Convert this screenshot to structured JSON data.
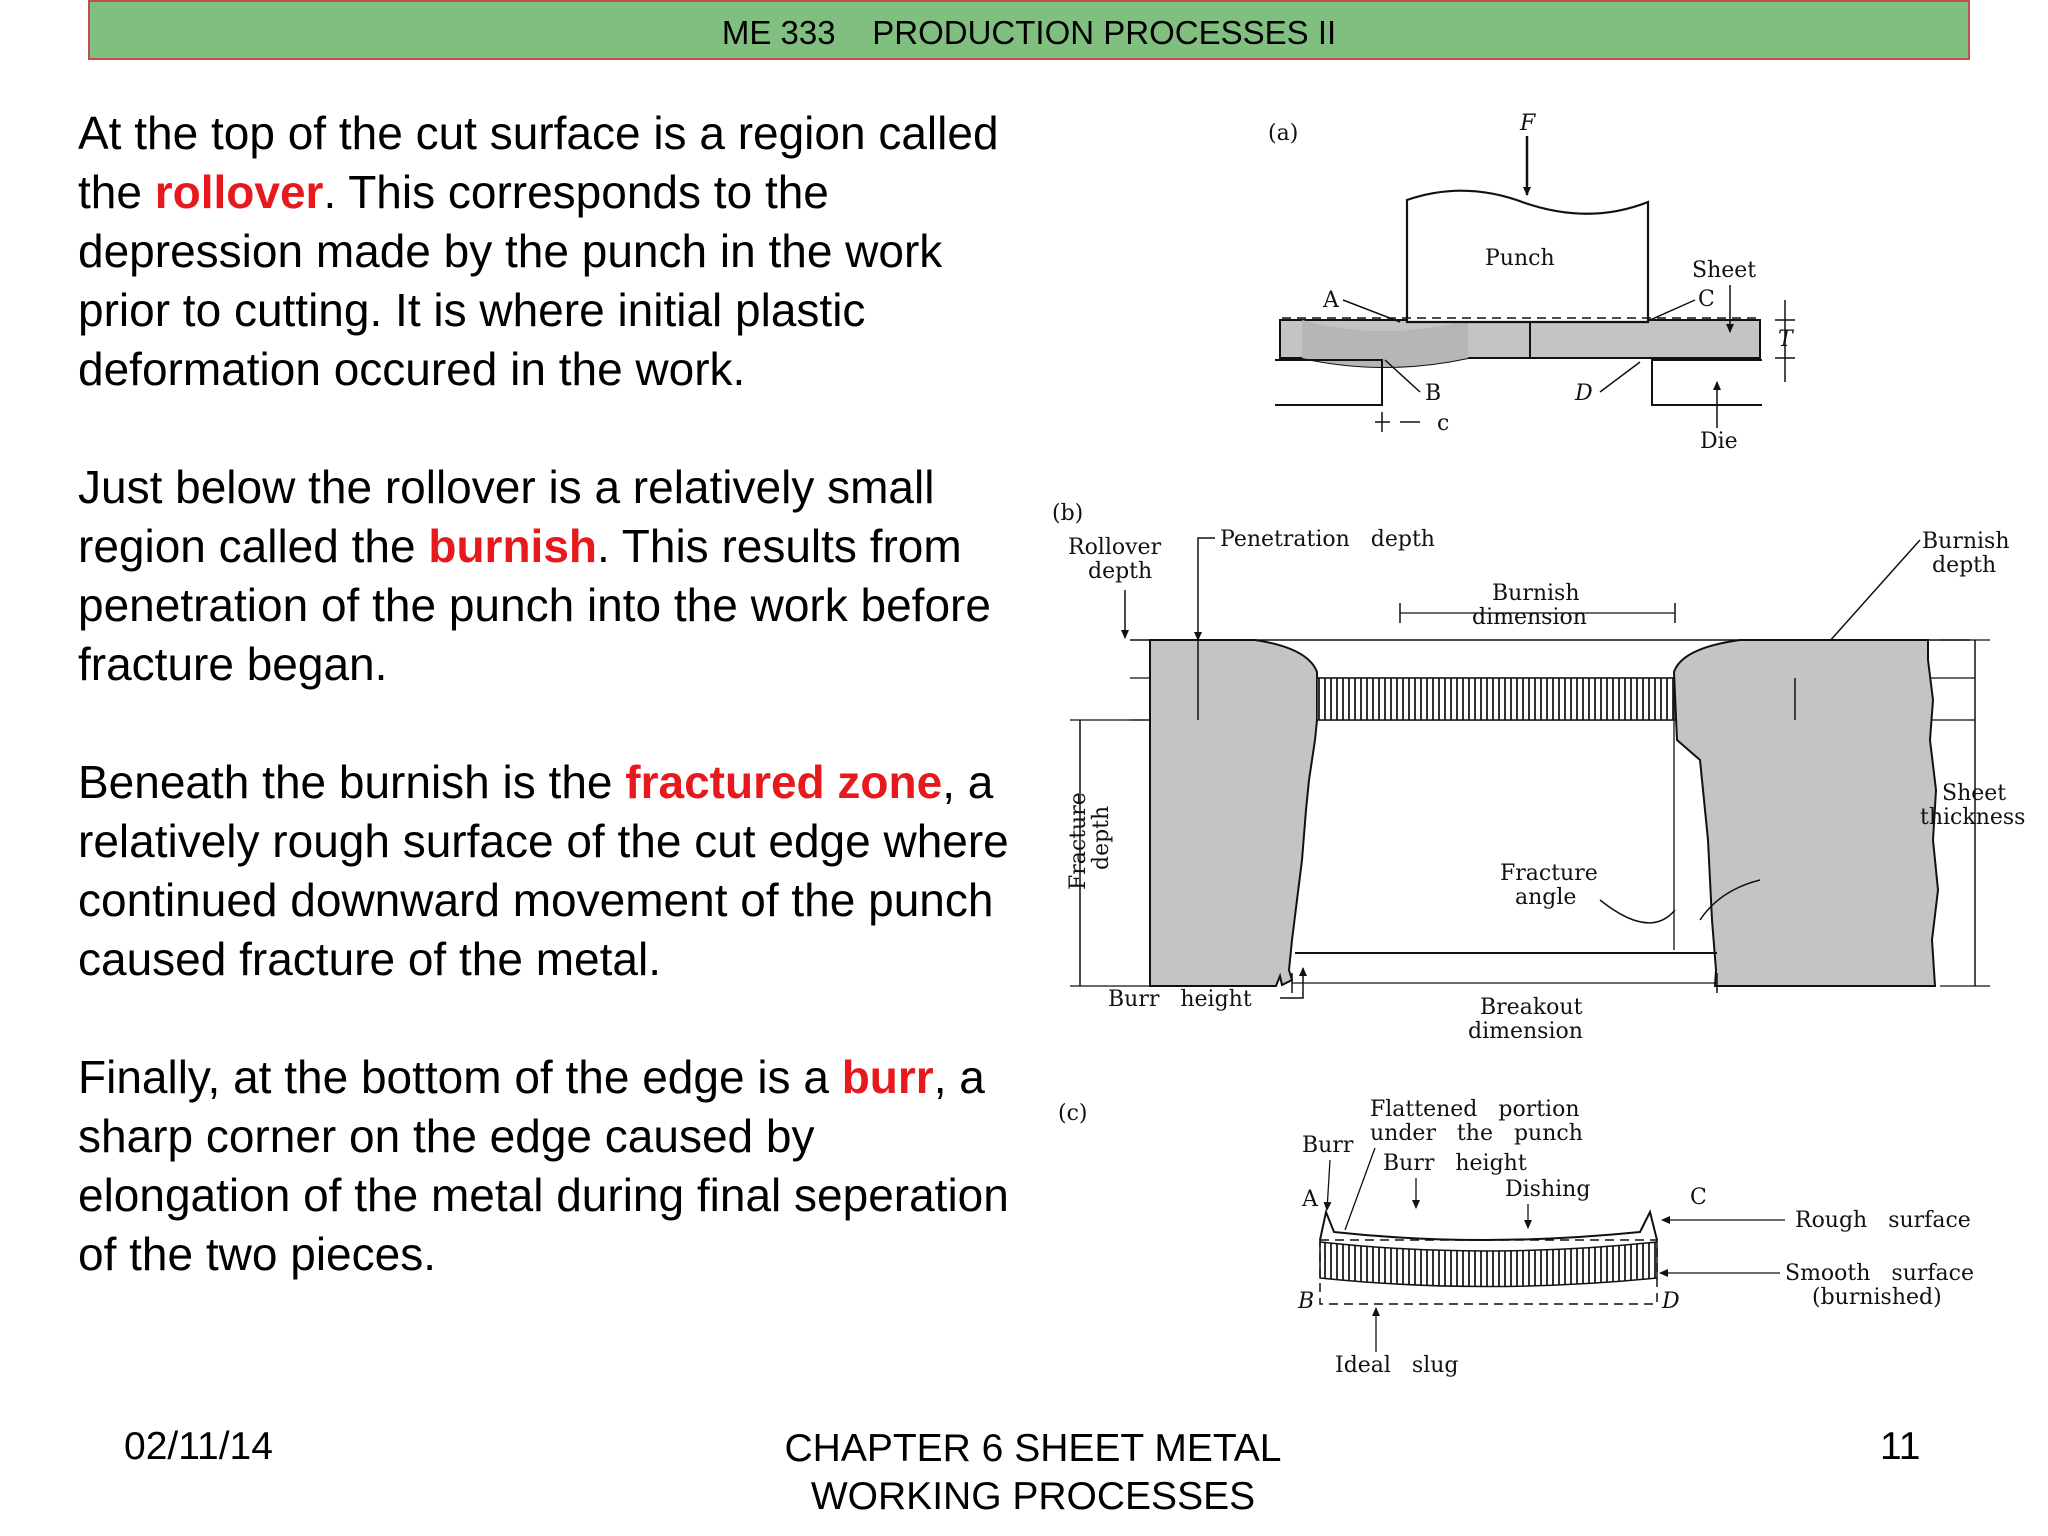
{
  "header": {
    "course": "ME 333",
    "title": "PRODUCTION PROCESSES II"
  },
  "paragraphs": [
    {
      "parts": [
        {
          "text": "At the top of the cut surface is a region called the ",
          "hl": false
        },
        {
          "text": "rollover",
          "hl": true
        },
        {
          "text": ". This corresponds to the depression made by the punch in the work prior to cutting. It is where initial plastic deformation occured in the work.",
          "hl": false
        }
      ]
    },
    {
      "parts": [
        {
          "text": "Just below the rollover is a relatively small region called the ",
          "hl": false
        },
        {
          "text": "burnish",
          "hl": true
        },
        {
          "text": ". This results from penetration of the punch into the work before fracture began.",
          "hl": false
        }
      ]
    },
    {
      "parts": [
        {
          "text": "Beneath the burnish is the ",
          "hl": false
        },
        {
          "text": "fractured zone",
          "hl": true
        },
        {
          "text": ", a relatively rough surface of the cut edge where continued downward movement of the punch caused fracture of the metal.",
          "hl": false
        }
      ]
    },
    {
      "parts": [
        {
          "text": "Finally, at the bottom of the edge is a ",
          "hl": false
        },
        {
          "text": "burr",
          "hl": true
        },
        {
          "text": ", a sharp corner on the edge caused by elongation of the metal during final seperation of the two pieces.",
          "hl": false
        }
      ]
    }
  ],
  "figure": {
    "a": {
      "tag": "(a)",
      "force": "F",
      "punch": "Punch",
      "sheet": "Sheet",
      "die": "Die",
      "A": "A",
      "B": "B",
      "C": "C",
      "D": "D",
      "c": "c",
      "T": "T"
    },
    "b": {
      "tag": "(b)",
      "rollover1": "Rollover",
      "rollover2": "depth",
      "penetration": "Penetration   depth",
      "burnish_dim1": "Burnish",
      "burnish_dim2": "dimension",
      "burnish_depth1": "Burnish",
      "burnish_depth2": "depth",
      "sheet_th1": "Sheet",
      "sheet_th2": "thickness",
      "fracture_depth1": "Fracture",
      "fracture_depth2": "depth",
      "fracture_angle1": "Fracture",
      "fracture_angle2": "angle",
      "burr_height": "Burr   height",
      "breakout1": "Breakout",
      "breakout2": "dimension"
    },
    "c": {
      "tag": "(c)",
      "flat1": "Flattened   portion",
      "flat2": "under   the   punch",
      "burr": "Burr",
      "burr_height": "Burr   height",
      "dishing": "Dishing",
      "A": "A",
      "B": "B",
      "C": "C",
      "D": "D",
      "rough": "Rough   surface",
      "smooth1": "Smooth   surface",
      "smooth2": "(burnished)",
      "slug": "Ideal   slug"
    }
  },
  "footer": {
    "date": "02/11/14",
    "chapter_line1": "CHAPTER 6 SHEET METAL",
    "chapter_line2": "WORKING PROCESSES",
    "page": "11"
  },
  "colors": {
    "header_bg": "#80bf80",
    "header_border": "#c0504d",
    "highlight": "#e8191c",
    "metal": "#c4c4c4"
  }
}
